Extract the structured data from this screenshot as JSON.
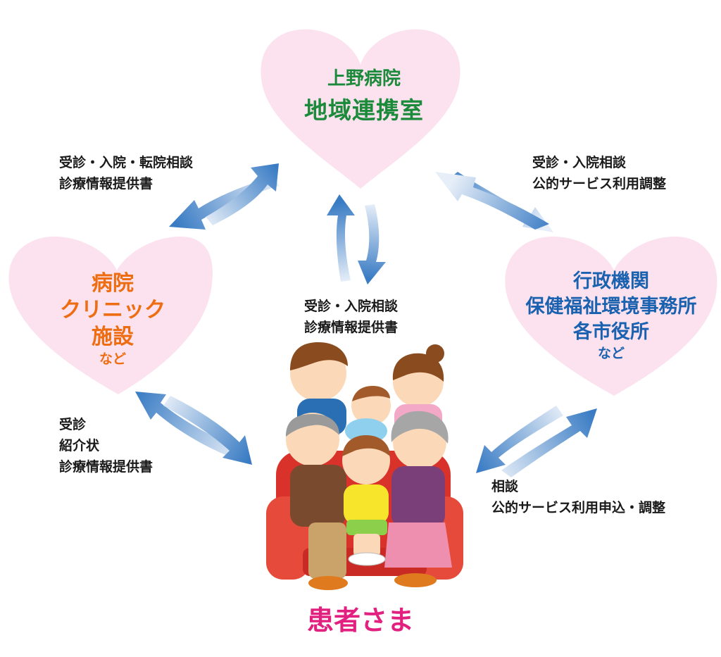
{
  "nodes": {
    "top": {
      "line1": "上野病院",
      "line2": "地域連携室"
    },
    "left": {
      "line1": "病院",
      "line2": "クリニック",
      "line3": "施設",
      "line4": "など"
    },
    "right": {
      "line1": "行政機関",
      "line2": "保健福祉環境事務所",
      "line3": "各市役所",
      "line4": "など"
    },
    "bottom": {
      "label": "患者さま"
    }
  },
  "edges": {
    "top_left": [
      "受診・入院・転院相談",
      "診療情報提供書"
    ],
    "top_right": [
      "受診・入院相談",
      "公的サービス利用調整"
    ],
    "top_center": [
      "受診・入院相談",
      "診療情報提供書"
    ],
    "left_bottom": [
      "受診",
      "紹介状",
      "診療情報提供書"
    ],
    "right_bottom": [
      "相談",
      "公的サービス利用申込・調整"
    ]
  },
  "colors": {
    "heart_fill": "#fbe2ee",
    "top_text": "#1b8a3a",
    "left_text": "#ee6d12",
    "right_text": "#1a62b0",
    "patient_text": "#e2207f",
    "arrow_dark": "#3a7cc4",
    "arrow_light": "#dfeaf6",
    "sofa": "#d9322b"
  }
}
